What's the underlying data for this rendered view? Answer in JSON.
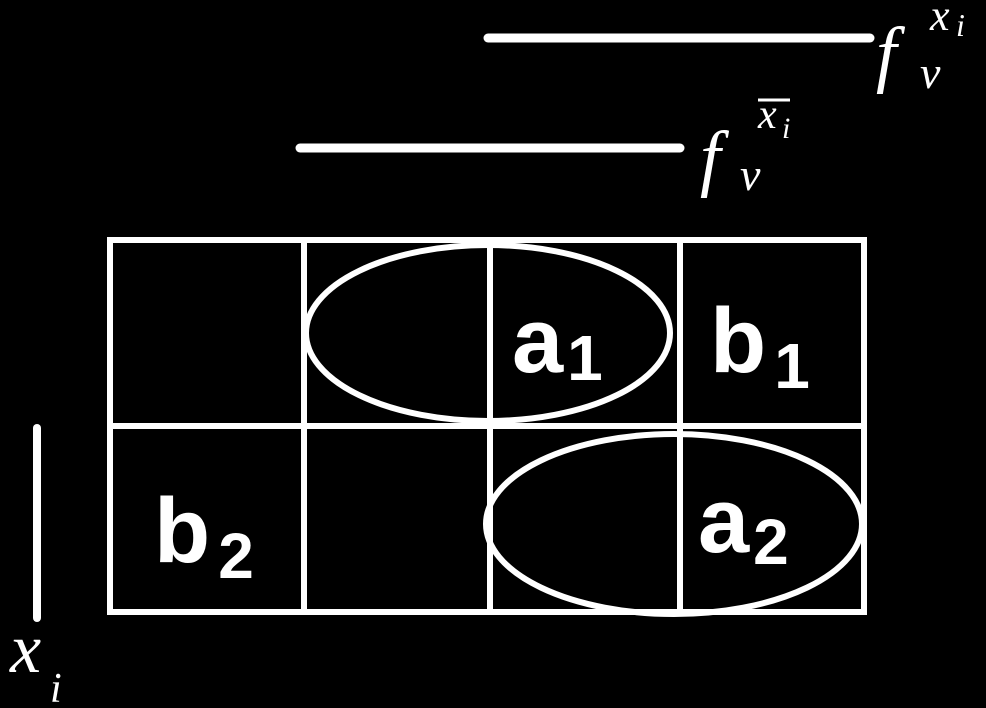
{
  "diagram": {
    "colors": {
      "background": "#000000",
      "stroke": "#ffffff",
      "text": "#ffffff"
    },
    "cells": {
      "r1c3": {
        "letter": "a",
        "sub": "1"
      },
      "r1c4": {
        "letter": "b",
        "sub": "1"
      },
      "r2c1": {
        "letter": "b",
        "sub": "2"
      },
      "r2c4": {
        "letter": "a",
        "sub": "2"
      }
    },
    "labels": {
      "f_xi": {
        "base": "f",
        "sub": "v",
        "sup": "x",
        "sup_sub": "i"
      },
      "f_not_xi": {
        "base": "f",
        "sub": "v",
        "sup": "x",
        "sup_sub": "i",
        "sup_overline": true
      },
      "row_var": {
        "base": "x",
        "sub": "i"
      }
    }
  }
}
